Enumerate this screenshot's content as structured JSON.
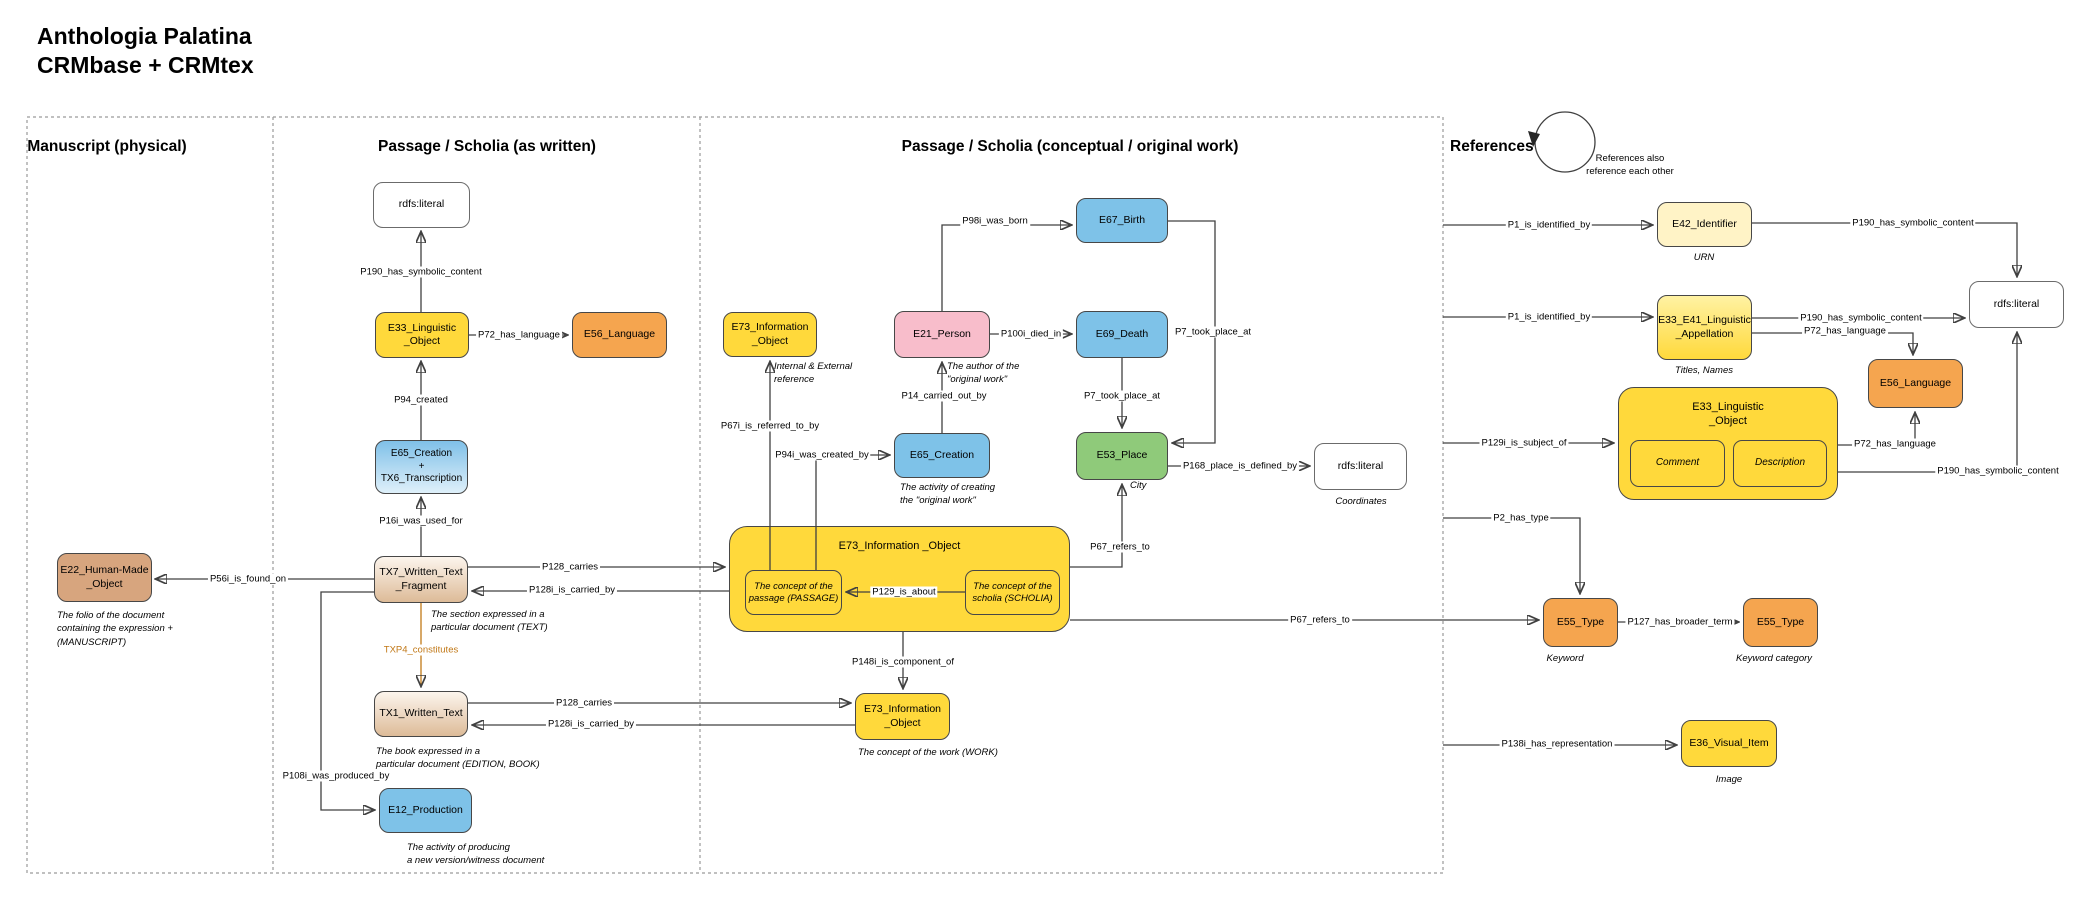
{
  "title": "Anthologia Palatina\nCRMbase + CRMtex",
  "sections": [
    {
      "id": "manuscript",
      "label": "Manuscript (physical)"
    },
    {
      "id": "as_written",
      "label": "Passage / Scholia (as written)"
    },
    {
      "id": "conceptual",
      "label": "Passage / Scholia (conceptual / original work)"
    },
    {
      "id": "references",
      "label": "References"
    }
  ],
  "references_note": "References also\nreference each other",
  "colors": {
    "yellow": "#FFD93B",
    "cream": "#FFF3C6",
    "orange": "#F5A54F",
    "blue": "#7EC2E8",
    "pink": "#F8BDCB",
    "green": "#8FCA7A",
    "tan": "#D7A57E",
    "relation_orange_text": "#C17817"
  },
  "nodes": {
    "e22": {
      "label": "E22_Human-Made\n_Object",
      "caption": "The folio of the document\ncontaining the expression +\n(MANUSCRIPT)"
    },
    "rdfs_written": {
      "label": "rdfs:literal"
    },
    "e33_written": {
      "label": "E33_Linguistic\n_Object"
    },
    "e56_written": {
      "label": "E56_Language"
    },
    "e65_tx6": {
      "label": "E65_Creation\n+\nTX6_Transcription"
    },
    "tx7": {
      "label": "TX7_Written_Text\n_Fragment",
      "caption": "The section expressed in a\nparticular document (TEXT)"
    },
    "tx1": {
      "label": "TX1_Written_Text",
      "caption": "The book expressed in a\nparticular document (EDITION, BOOK)"
    },
    "e12": {
      "label": "E12_Production",
      "caption": "The activity of producing\na new version/witness document"
    },
    "e73_reference": {
      "label": "E73_Information\n_Object",
      "caption": "Internal & External\nreference"
    },
    "e21_person": {
      "label": "E21_Person",
      "caption": "The author of the\n\"original work\""
    },
    "e65_creation": {
      "label": "E65_Creation",
      "caption": "The activity of creating\nthe \"original work\""
    },
    "e67_birth": {
      "label": "E67_Birth"
    },
    "e69_death": {
      "label": "E69_Death"
    },
    "e53_place": {
      "label": "E53_Place",
      "caption": "City"
    },
    "rdfs_coordinates": {
      "label": "rdfs:literal",
      "caption": "Coordinates"
    },
    "e73_big": {
      "label": "E73_Information _Object"
    },
    "passage": {
      "label": "The concept of the\npassage (PASSAGE)"
    },
    "scholia": {
      "label": "The concept of the\nscholia (SCHOLIA)"
    },
    "e73_work": {
      "label": "E73_Information\n_Object",
      "caption": "The concept of the work (WORK)"
    },
    "e42": {
      "label": "E42_Identifier",
      "caption": "URN"
    },
    "e33_e41": {
      "label": "E33_E41_Linguistic\n_Appellation",
      "caption": "Titles, Names"
    },
    "rdfs_right": {
      "label": "rdfs:literal"
    },
    "e56_right": {
      "label": "E56_Language"
    },
    "e33_big": {
      "label": "E33_Linguistic\n_Object"
    },
    "comment": {
      "label": "Comment"
    },
    "description": {
      "label": "Description"
    },
    "e55_keyword": {
      "label": "E55_Type",
      "caption": "Keyword"
    },
    "e55_category": {
      "label": "E55_Type",
      "caption": "Keyword category"
    },
    "e36_visual": {
      "label": "E36_Visual_Item",
      "caption": "Image"
    }
  },
  "edges": {
    "p56i": "P56i_is_found_on",
    "p108i": "P108i_was_produced_by",
    "p190_written": "P190_has_symbolic_content",
    "p72_written": "P72_has_language",
    "p94_created": "P94_created",
    "p16i": "P16i_was_used_for",
    "txp4": "TXP4_constitutes",
    "p128_carries_tx7": "P128_carries",
    "p128i_tx7": "P128i_is_carried_by",
    "p128_carries_tx1": "P128_carries",
    "p128i_tx1": "P128i_is_carried_by",
    "p67i_referred": "P67i_is_referred_to_by",
    "p94i_created_by": "P94i_was_created_by",
    "p14": "P14_carried_out_by",
    "p98i": "P98i_was_born",
    "p100i": "P100i_died_in",
    "p7_birth": "P7_took_place_at",
    "p7_death": "P7_took_place_at",
    "p168": "P168_place_is_defined_by",
    "p67_place": "P67_refers_to",
    "p67_keyword": "P67_refers_to",
    "p148i": "P148i_is_component_of",
    "p129_about": "P129_is_about",
    "p1_e42": "P1_is_identified_by",
    "p1_e41": "P1_is_identified_by",
    "p129i_subject": "P129i_is_subject_of",
    "p2_type": "P2_has_type",
    "p138i": "P138i_has_representation",
    "p190_e42": "P190_has_symbolic_content",
    "p190_e41": "P190_has_symbolic_content",
    "p72_e41": "P72_has_language",
    "p72_big": "P72_has_language",
    "p190_big": "P190_has_symbolic_content",
    "p127": "P127_has_broader_term"
  }
}
